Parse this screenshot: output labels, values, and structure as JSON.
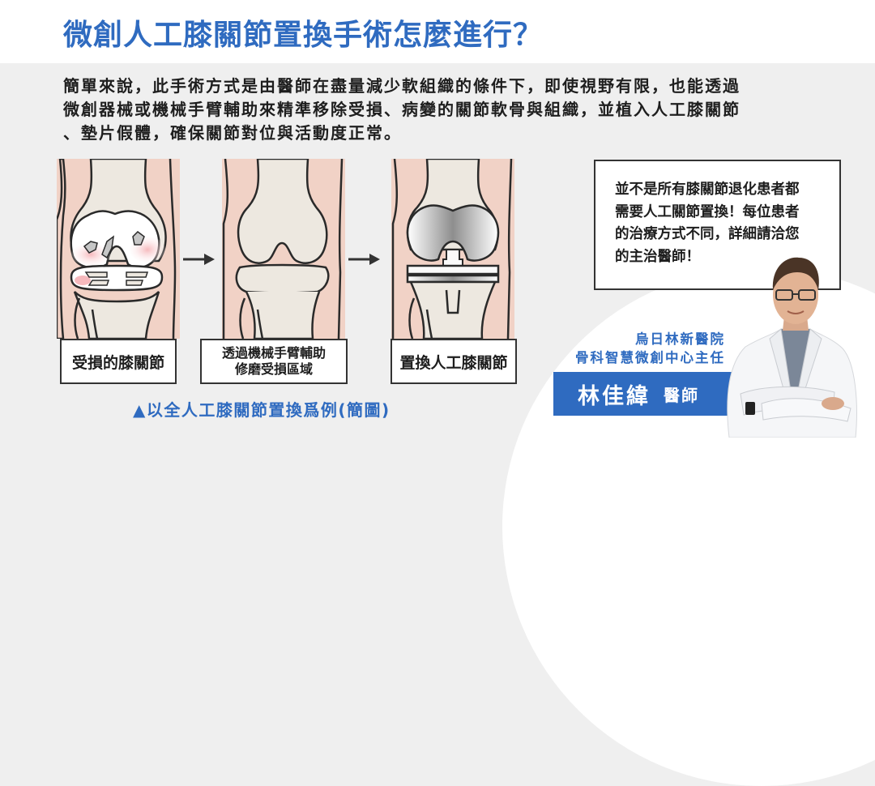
{
  "header": {
    "title": "微創人工膝關節置換手術怎麼進行？"
  },
  "intro": {
    "lines": [
      "簡單來說，此手術方式是由醫師在盡量減少軟組織的條件下，即使視野有限，也能透過",
      "微創器械或機械手臂輔助來精準移除受損、病變的關節軟骨與組織，並植入人工膝關節",
      "、墊片假體，確保關節對位與活動度正常。"
    ]
  },
  "steps": [
    {
      "label": "受損的膝關節",
      "icon": "damaged-knee-illustration"
    },
    {
      "label_line1": "透過機械手臂輔助",
      "label_line2": "修磨受損區域",
      "icon": "prepared-knee-illustration"
    },
    {
      "label": "置換人工膝關節",
      "icon": "artificial-knee-illustration"
    }
  ],
  "arrows": [
    "arrow-right-icon",
    "arrow-right-icon"
  ],
  "caption": "▲以全人工膝關節置換爲例(簡圖)",
  "note": {
    "lines": [
      "並不是所有膝關節退化患者都",
      "需要人工關節置換！每位患者",
      "的治療方式不同，詳細請洽您",
      "的主治醫師！"
    ]
  },
  "doctor": {
    "hospital": "烏日林新醫院",
    "position": "骨科智慧微創中心主任",
    "name": "林佳緯",
    "title": "醫師"
  },
  "colors": {
    "brand_blue": "#2f6bc0",
    "background": "#efefef",
    "skin": "#f1d2c6",
    "bone": "#ede8e0",
    "outline": "#2a2a2a"
  }
}
